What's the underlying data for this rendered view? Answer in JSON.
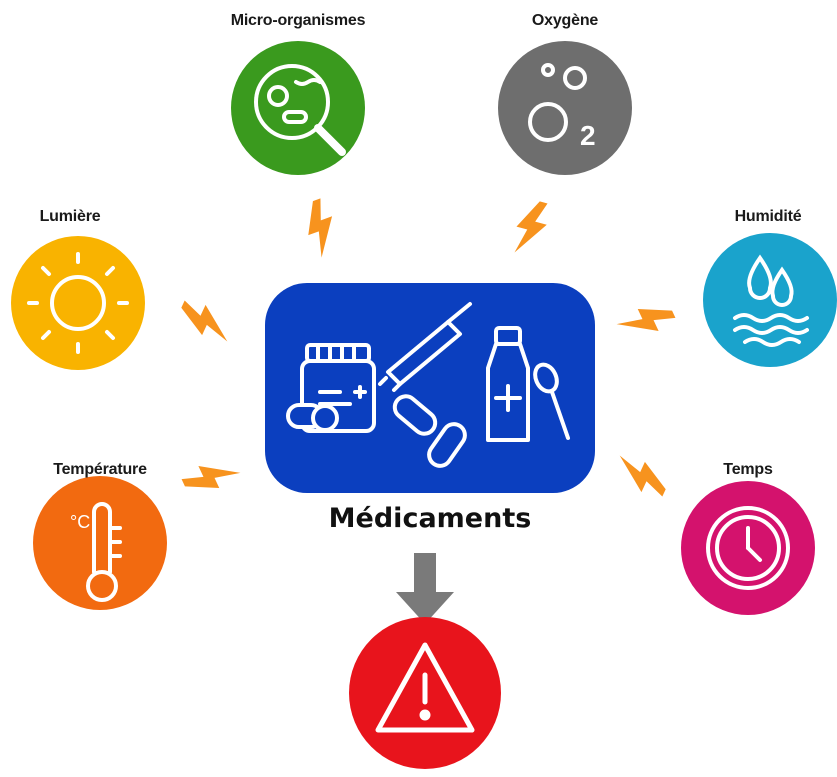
{
  "center": {
    "label": "Médicaments",
    "box_color": "#0b3fbf",
    "icons": [
      "pill-jar-icon",
      "ampoule-icon",
      "capsules-icon",
      "medicine-bottle-icon",
      "spoon-icon"
    ]
  },
  "factors": [
    {
      "id": "micro-organismes",
      "label": "Micro-organismes",
      "color": "#3a9a1e",
      "icon": "bacteria-magnifier-icon"
    },
    {
      "id": "oxygene",
      "label": "Oxygène",
      "color": "#6e6e6e",
      "icon": "oxygen-o2-icon"
    },
    {
      "id": "lumiere",
      "label": "Lumière",
      "color": "#f9b300",
      "icon": "sun-icon"
    },
    {
      "id": "humidite",
      "label": "Humidité",
      "color": "#1aa3cc",
      "icon": "water-drops-waves-icon"
    },
    {
      "id": "temperature",
      "label": "Température",
      "color": "#f26a10",
      "icon": "thermometer-celsius-icon"
    },
    {
      "id": "temps",
      "label": "Temps",
      "color": "#d4126d",
      "icon": "clock-icon"
    }
  ],
  "outcome": {
    "color": "#e8141c",
    "icon": "warning-triangle-icon"
  },
  "arrow_color": "#7a7a7a",
  "bolt_color": "#f7931e"
}
